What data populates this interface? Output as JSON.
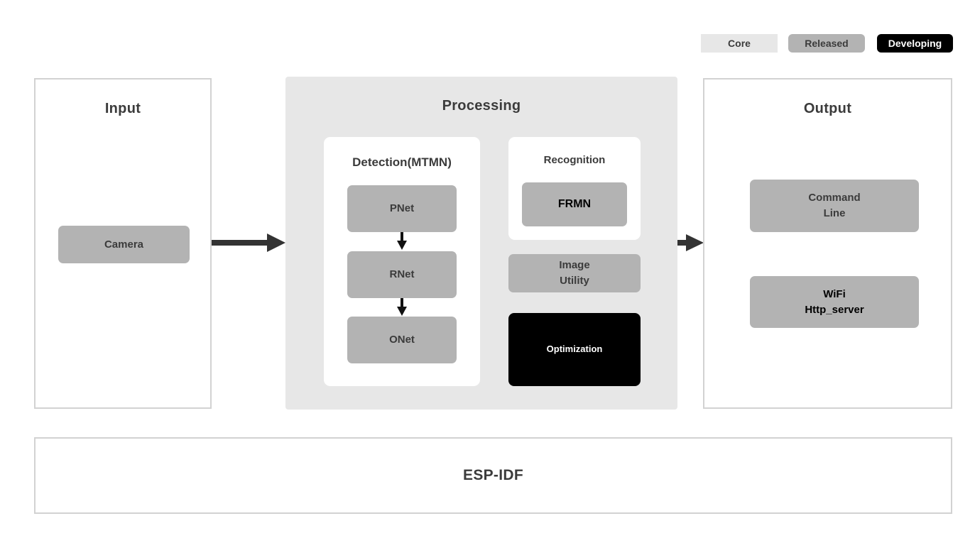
{
  "legend": {
    "core": "Core",
    "released": "Released",
    "developing": "Developing"
  },
  "input": {
    "title": "Input",
    "camera": "Camera"
  },
  "processing": {
    "title": "Processing",
    "detection": {
      "title": "Detection(MTMN)",
      "pnet": "PNet",
      "rnet": "RNet",
      "onet": "ONet"
    },
    "recognition": {
      "title": "Recognition",
      "frmn": "FRMN"
    },
    "image_utility": "Image\nUtility",
    "optimization": "Optimization"
  },
  "output": {
    "title": "Output",
    "command_line": "Command\nLine",
    "wifi_http_server": "WiFi\nHttp_server"
  },
  "foundation": {
    "title": "ESP-IDF"
  },
  "colors": {
    "core_bg": "#e7e7e7",
    "released_bg": "#b3b3b3",
    "developing_bg": "#000000",
    "node_gray": "#b3b3b3",
    "processing_bg": "#e7e7e7",
    "panel_border": "#d2d2d2",
    "text_dark": "#3b3b3b",
    "arrow": "#333333"
  }
}
